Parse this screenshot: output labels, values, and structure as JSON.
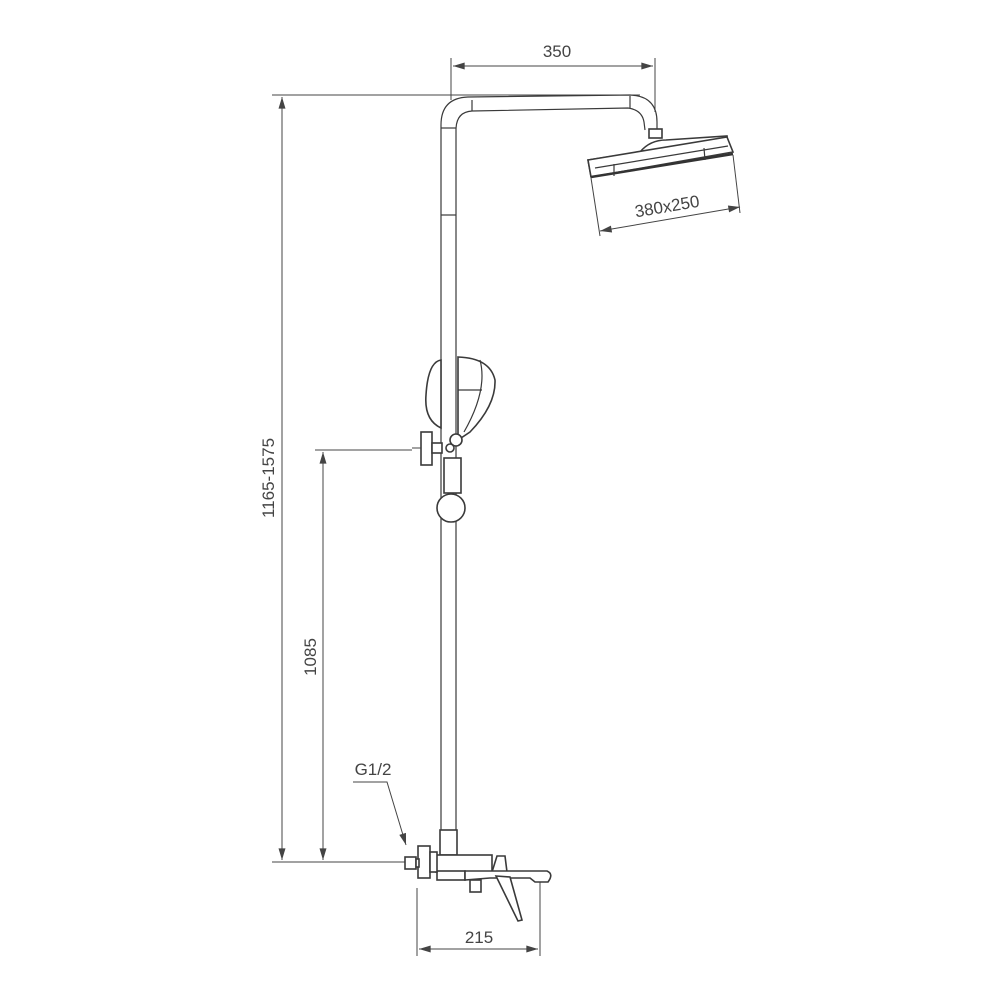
{
  "dimensions": {
    "arm_reach": "350",
    "head_size": "380x250",
    "total_height": "1165-1575",
    "bracket_height": "1085",
    "inlet_thread": "G1/2",
    "mixer_depth": "215"
  }
}
